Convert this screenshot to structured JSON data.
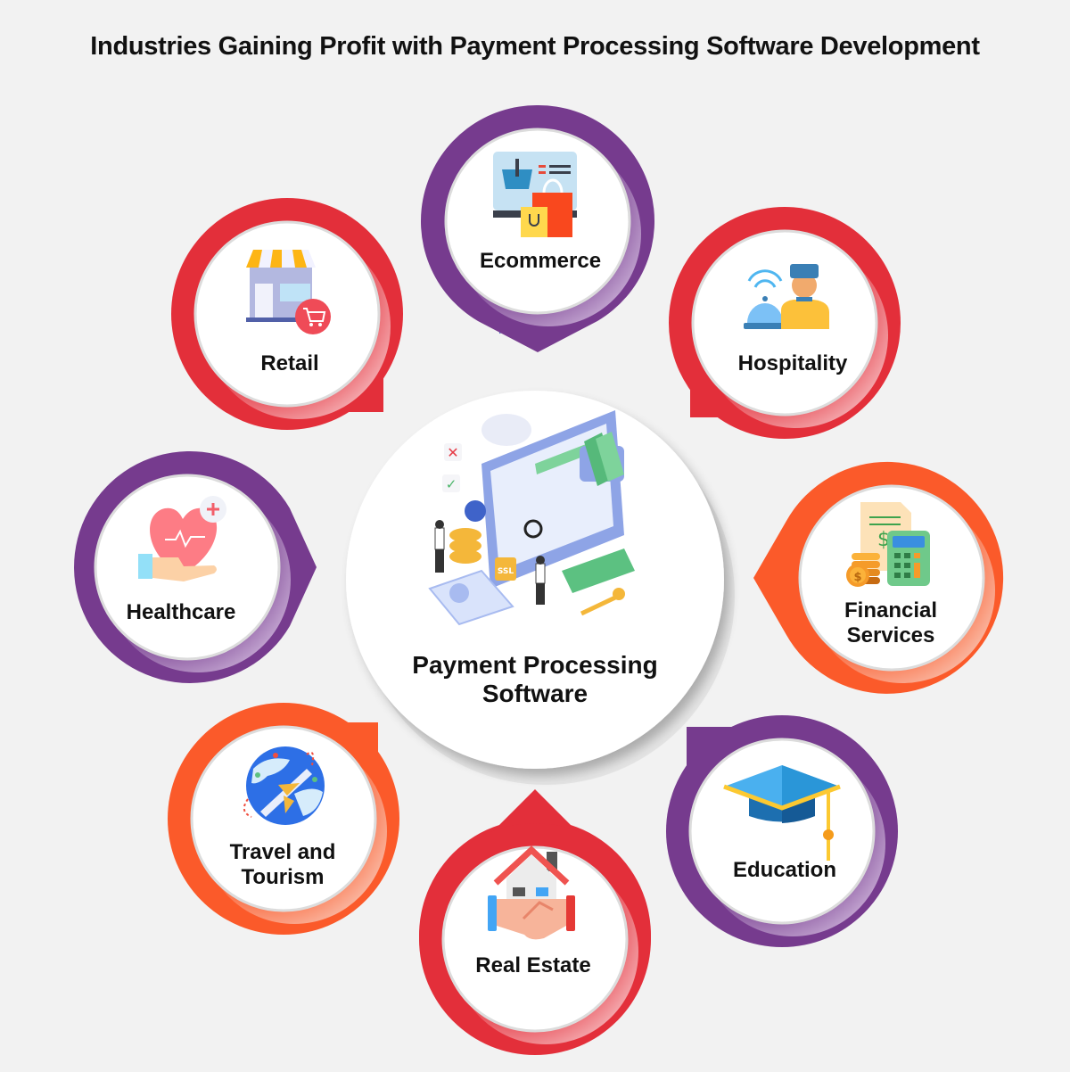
{
  "title": "Industries Gaining Profit with Payment Processing Software Development",
  "colors": {
    "background": "#f2f2f2",
    "purple": "#763b8e",
    "red": "#e32f3a",
    "orange": "#fb5a2a",
    "text": "#111111"
  },
  "center": {
    "label_line1": "Payment Processing",
    "label_line2": "Software",
    "icon": "payment-processing-illustration-icon"
  },
  "industries": [
    {
      "label": "Ecommerce",
      "color": "purple",
      "icon": "online-shopping-icon"
    },
    {
      "label": "Retail",
      "color": "red",
      "icon": "storefront-cart-icon"
    },
    {
      "label": "Hospitality",
      "color": "red",
      "icon": "concierge-bell-icon"
    },
    {
      "label": "Healthcare",
      "color": "purple",
      "icon": "heart-in-hand-icon"
    },
    {
      "label_line1": "Financial",
      "label_line2": "Services",
      "color": "orange",
      "icon": "calculator-coins-icon"
    },
    {
      "label_line1": "Travel and",
      "label_line2": "Tourism",
      "color": "orange",
      "icon": "globe-airplane-icon"
    },
    {
      "label": "Real Estate",
      "color": "red",
      "icon": "house-handshake-icon"
    },
    {
      "label": "Education",
      "color": "purple",
      "icon": "graduation-cap-icon"
    }
  ]
}
